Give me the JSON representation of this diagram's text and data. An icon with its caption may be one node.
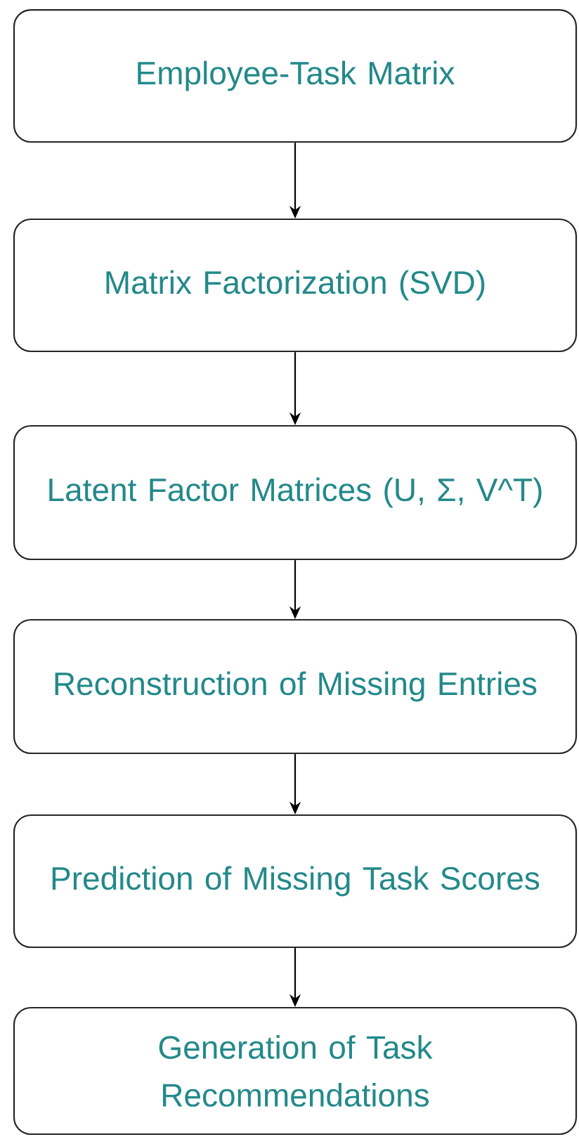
{
  "diagram": {
    "nodes": [
      {
        "text": [
          "Employee-Task Matrix"
        ]
      },
      {
        "text": [
          "Matrix Factorization (SVD)"
        ]
      },
      {
        "text": [
          "Latent Factor Matrices (U, Σ, V^T)"
        ]
      },
      {
        "text": [
          "Reconstruction of Missing Entries"
        ]
      },
      {
        "text": [
          "Prediction of Missing Task Scores"
        ]
      },
      {
        "text": [
          "Generation of Task Recommendations"
        ]
      }
    ],
    "edges": [
      {
        "from": 0,
        "to": 1,
        "arrow": "to"
      },
      {
        "from": 1,
        "to": 2,
        "arrow": "to"
      },
      {
        "from": 2,
        "to": 3,
        "arrow": "to"
      },
      {
        "from": 3,
        "to": 4,
        "arrow": "to"
      },
      {
        "from": 4,
        "to": 5,
        "arrow": "to"
      }
    ]
  }
}
